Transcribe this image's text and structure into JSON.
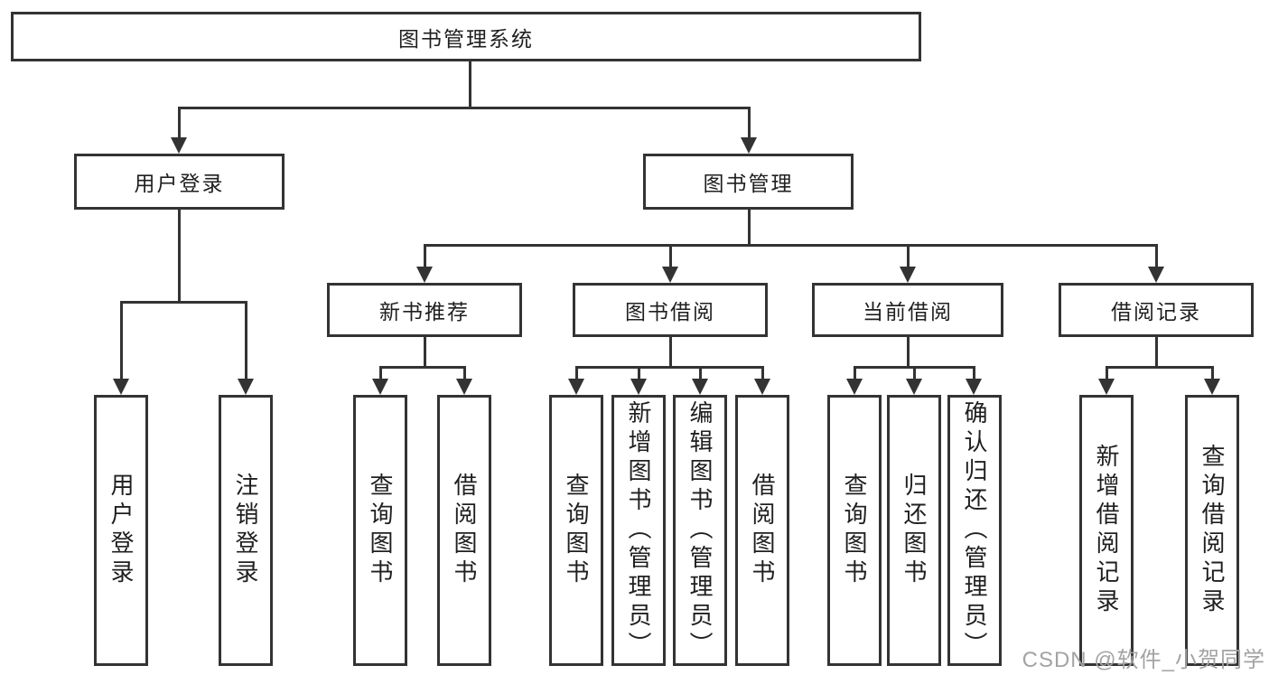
{
  "diagram": {
    "root": {
      "label": "图书管理系统"
    },
    "level2": [
      {
        "label": "用户登录",
        "children": [
          "用户登录",
          "注销登录"
        ]
      },
      {
        "label": "图书管理"
      }
    ],
    "level3": [
      {
        "label": "新书推荐",
        "children": [
          "查询图书",
          "借阅图书"
        ]
      },
      {
        "label": "图书借阅",
        "children": [
          "查询图书",
          "新增图书（管理员）",
          "编辑图书（管理员）",
          "借阅图书"
        ]
      },
      {
        "label": "当前借阅",
        "children": [
          "查询图书",
          "归还图书",
          "确认归还（管理员）"
        ]
      },
      {
        "label": "借阅记录",
        "children": [
          "新增借阅记录",
          "查询借阅记录"
        ]
      }
    ],
    "watermark": "CSDN @软件_小贺同学",
    "colors": {
      "line": "#333333",
      "text": "#1f1f1f",
      "watermark": "#a3a3a3",
      "background": "#ffffff"
    }
  }
}
